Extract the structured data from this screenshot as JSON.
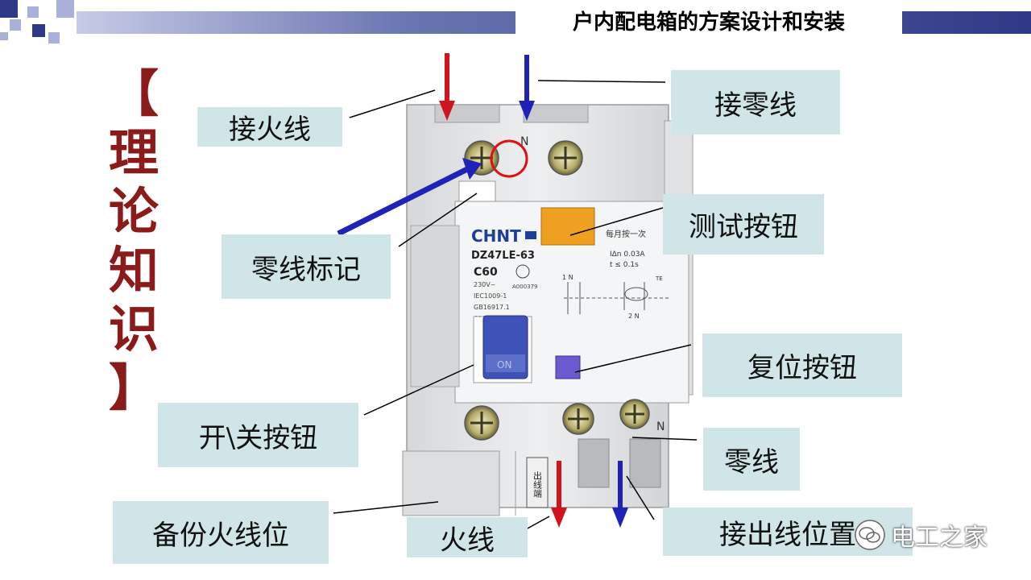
{
  "slide": {
    "header_title": "户内配电箱的方案设计和安装",
    "side_title_chars": [
      "【",
      "理",
      "论",
      "知",
      "识",
      "】"
    ]
  },
  "labels": {
    "live_in": "接火线",
    "neutral_in": "接零线",
    "neutral_mark": "零线标记",
    "test_button": "测试按钮",
    "reset_button": "复位按钮",
    "switch_button": "开\\关按钮",
    "neutral": "零线",
    "backup_live": "备份火线位",
    "live": "火线",
    "outlet": "接出线位置"
  },
  "breaker": {
    "brand": "CHNT",
    "model": "DZ47LE-63",
    "rating": "C60",
    "voltage": "230V~",
    "code": "A000379",
    "std1": "IEC1009-1",
    "std2": "GB16917.1",
    "breaking": "6000A",
    "on_text": "ON",
    "test_hint": "每月按一次",
    "idn": "IΔn  0.03A",
    "t": "t  ≤ 0.1s",
    "n_mark": "N",
    "out_mark": "出线端",
    "diagram_1n": "1  N",
    "diagram_2n": "2  N",
    "diagram_te": "TE"
  },
  "watermark": "电工之家",
  "colors": {
    "live_arrow": "#d0141e",
    "neutral_arrow": "#1e22b8",
    "side_title": "#8b1a1a",
    "label_bg": "#cfe5e8",
    "test_button": "#f0a020",
    "switch_handle": "#3e52b8",
    "circle": "#e01010"
  }
}
